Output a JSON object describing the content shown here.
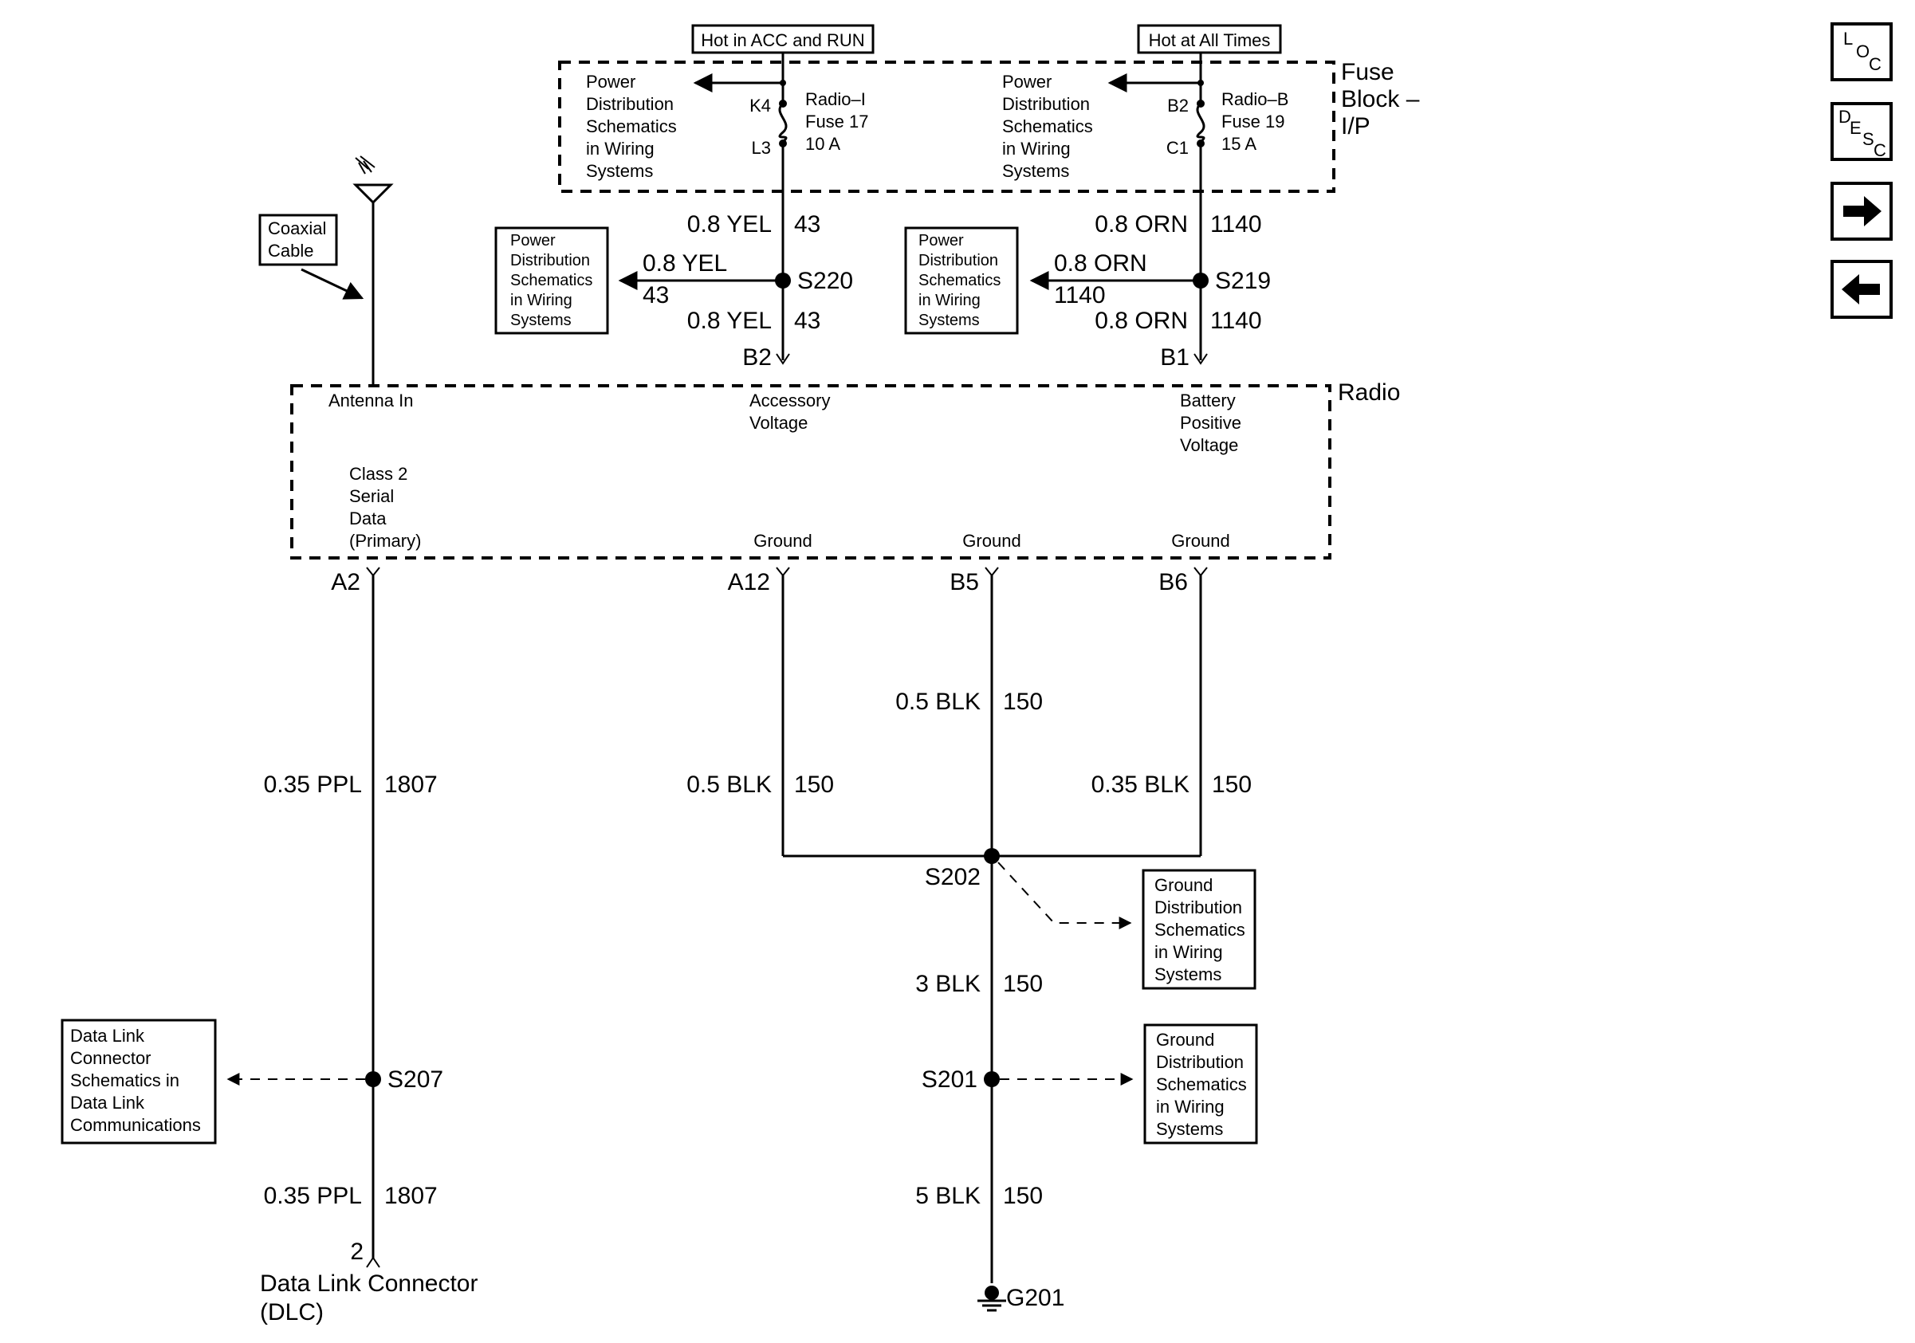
{
  "source": {
    "acc_run": "Hot in ACC and RUN",
    "all_times": "Hot at All Times"
  },
  "fuse_block": {
    "title_1": "Fuse",
    "title_2": "Block –",
    "title_3": "I/P",
    "ref_left": [
      "Power",
      "Distribution",
      "Schematics",
      "in Wiring",
      "Systems"
    ],
    "ref_right": [
      "Power",
      "Distribution",
      "Schematics",
      "in Wiring",
      "Systems"
    ],
    "fuse17": {
      "pin_in": "K4",
      "pin_out": "L3",
      "name": "Radio–I",
      "fuse": "Fuse 17",
      "rating": "10 A"
    },
    "fuse19": {
      "pin_in": "B2",
      "pin_out": "C1",
      "name": "Radio–B",
      "fuse": "Fuse 19",
      "rating": "15 A"
    }
  },
  "wires": {
    "yel_top": {
      "size": "0.8 YEL",
      "circuit": "43"
    },
    "yel_branch": {
      "size": "0.8 YEL",
      "circuit": "43"
    },
    "yel_bottom": {
      "size": "0.8 YEL",
      "circuit": "43"
    },
    "orn_top": {
      "size": "0.8 ORN",
      "circuit": "1140"
    },
    "orn_branch": {
      "size": "0.8 ORN",
      "circuit": "1140"
    },
    "orn_bottom": {
      "size": "0.8 ORN",
      "circuit": "1140"
    },
    "ppl_top": {
      "size": "0.35 PPL",
      "circuit": "1807"
    },
    "ppl_bottom": {
      "size": "0.35 PPL",
      "circuit": "1807"
    },
    "blk_a12": {
      "size": "0.5 BLK",
      "circuit": "150"
    },
    "blk_b5": {
      "size": "0.5 BLK",
      "circuit": "150"
    },
    "blk_b6": {
      "size": "0.35 BLK",
      "circuit": "150"
    },
    "blk_3": {
      "size": "3 BLK",
      "circuit": "150"
    },
    "blk_5": {
      "size": "5 BLK",
      "circuit": "150"
    }
  },
  "splices": {
    "s220": "S220",
    "s219": "S219",
    "s202": "S202",
    "s201": "S201",
    "s207": "S207"
  },
  "pd_box_left": [
    "Power",
    "Distribution",
    "Schematics",
    "in Wiring",
    "Systems"
  ],
  "pd_box_right": [
    "Power",
    "Distribution",
    "Schematics",
    "in Wiring",
    "Systems"
  ],
  "coax": [
    "Coaxial",
    "Cable"
  ],
  "radio": {
    "title": "Radio",
    "antenna": "Antenna In",
    "accessory": [
      "Accessory",
      "Voltage"
    ],
    "battery": [
      "Battery",
      "Positive",
      "Voltage"
    ],
    "class2": [
      "Class 2",
      "Serial",
      "Data",
      "(Primary)"
    ],
    "ground_1": "Ground",
    "ground_2": "Ground",
    "ground_3": "Ground"
  },
  "pins": {
    "b2": "B2",
    "b1": "B1",
    "a2": "A2",
    "a12": "A12",
    "b5": "B5",
    "b6": "B6",
    "dlc_pin": "2"
  },
  "gd_box_1": [
    "Ground",
    "Distribution",
    "Schematics",
    "in Wiring",
    "Systems"
  ],
  "gd_box_2": [
    "Ground",
    "Distribution",
    "Schematics",
    "in Wiring",
    "Systems"
  ],
  "dlc_box": [
    "Data Link",
    "Connector",
    "Schematics in",
    "Data Link",
    "Communications"
  ],
  "dlc": [
    "Data Link Connector",
    "(DLC)"
  ],
  "ground": "G201",
  "nav": {
    "loc": {
      "a": "L",
      "b": "O",
      "c": "C"
    },
    "desc": {
      "a": "D",
      "b": "E",
      "c": "S",
      "d": "C"
    }
  }
}
